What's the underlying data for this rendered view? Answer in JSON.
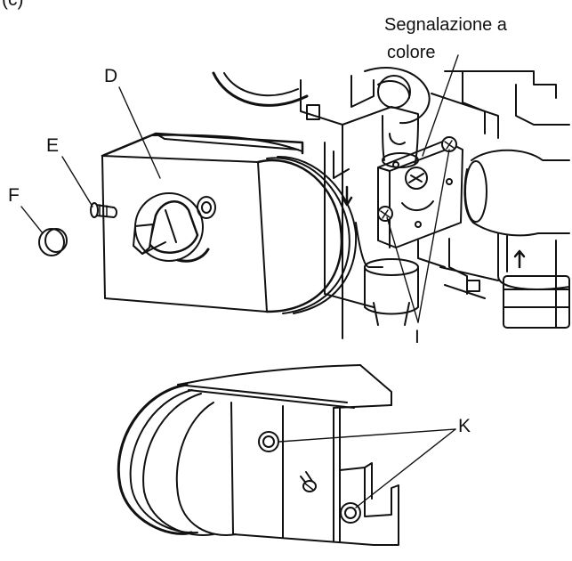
{
  "figure": {
    "panel_tag": "(c)",
    "labels": {
      "signal": "Segnalazione a",
      "signal_2": "colore",
      "d": "D",
      "e": "E",
      "f": "F",
      "i": "I",
      "k": "K"
    }
  }
}
